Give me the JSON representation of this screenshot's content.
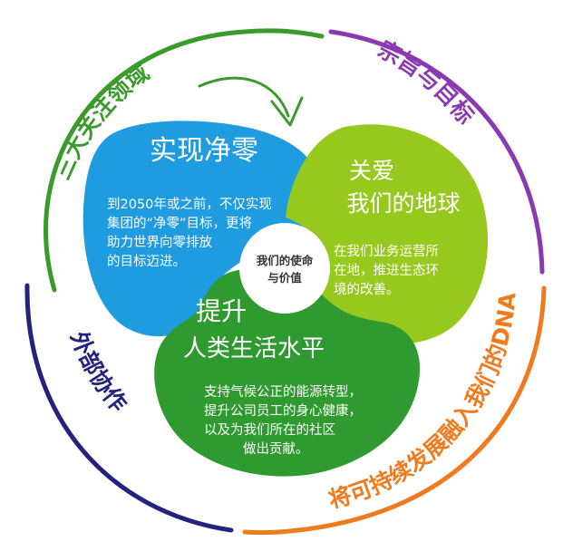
{
  "ring": {
    "focus_areas": "三大关注领域",
    "mission_goals": "宗旨与目标",
    "integrate_dna": "将可持续发展融入我们的DNA",
    "external_collab": "外部协作"
  },
  "center": {
    "line1": "我们的使命",
    "line2": "与价值"
  },
  "petals": {
    "net_zero": {
      "title": "实现净零",
      "lines": [
        "到2050年或之前，不仅实现",
        "集团的“净零”目标，更将",
        "助力世界向零排放",
        "的目标迈进。"
      ]
    },
    "planet": {
      "title1": "关爱",
      "title2": "我们的地球",
      "lines": [
        "在我们业务运营所",
        "在地，推进生态环",
        "境的改善。"
      ]
    },
    "living": {
      "title1": "提升",
      "title2": "人类生活水平",
      "lines": [
        "支持气候公正的能源转型，",
        "提升公司员工的身心健康，",
        "以及为我们所在的社区",
        "做出贡献。"
      ]
    }
  },
  "colors": {
    "ring_green": "#3a9a2a",
    "ring_purple": "#8a3ab0",
    "ring_orange": "#f07a1e",
    "ring_navy": "#23237e",
    "petal_blue": "#1f9be0",
    "petal_lime": "#96c81e",
    "petal_green": "#2f9a2f",
    "arrow": "#3a9a2a"
  }
}
